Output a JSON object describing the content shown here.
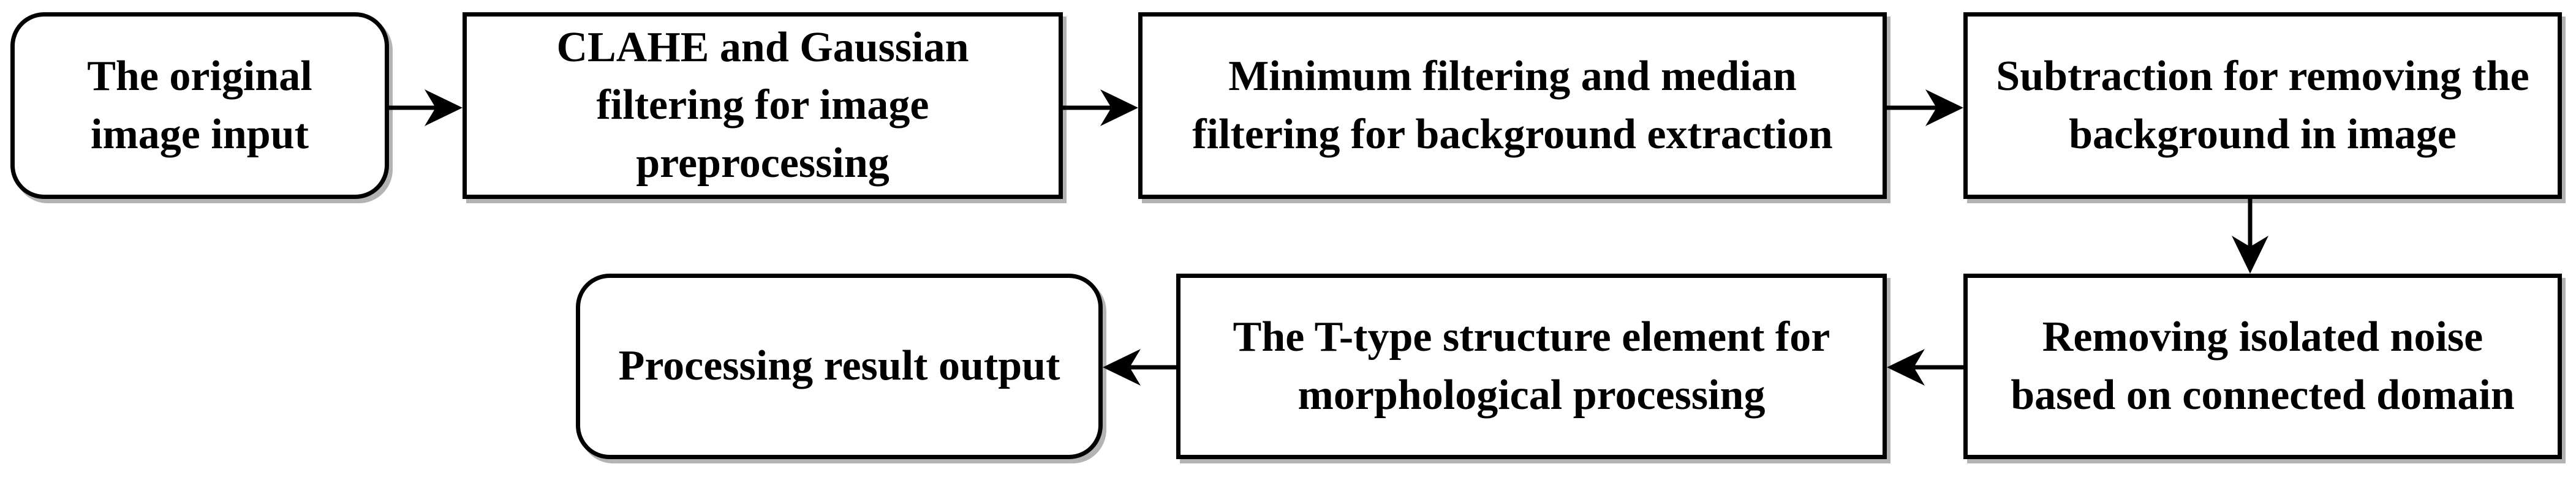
{
  "diagram": {
    "title": "Image processing pipeline flowchart",
    "type": "flowchart",
    "colors": {
      "background": "#ffffff",
      "node_fill": "#ffffff",
      "node_border": "#000000",
      "text": "#000000",
      "shadow": "#b3b3b3",
      "arrow": "#000000"
    },
    "nodes": [
      {
        "id": "input",
        "shape": "rounded-rectangle",
        "label": "The original\nimage input"
      },
      {
        "id": "preprocessing",
        "shape": "rectangle",
        "label": "CLAHE and Gaussian\nfiltering for image\npreprocessing"
      },
      {
        "id": "background-extraction",
        "shape": "rectangle",
        "label": "Minimum filtering and median\nfiltering for background extraction"
      },
      {
        "id": "subtraction",
        "shape": "rectangle",
        "label": "Subtraction for removing the\nbackground in image"
      },
      {
        "id": "noise-removal",
        "shape": "rectangle",
        "label": "Removing isolated noise\nbased on connected domain"
      },
      {
        "id": "morphology",
        "shape": "rectangle",
        "label": "The T-type structure element for\nmorphological processing"
      },
      {
        "id": "output",
        "shape": "rounded-rectangle",
        "label": "Processing result output"
      }
    ],
    "edges": [
      {
        "from": "input",
        "to": "preprocessing",
        "direction": "right"
      },
      {
        "from": "preprocessing",
        "to": "background-extraction",
        "direction": "right"
      },
      {
        "from": "background-extraction",
        "to": "subtraction",
        "direction": "right"
      },
      {
        "from": "subtraction",
        "to": "noise-removal",
        "direction": "down"
      },
      {
        "from": "noise-removal",
        "to": "morphology",
        "direction": "left"
      },
      {
        "from": "morphology",
        "to": "output",
        "direction": "left"
      }
    ]
  }
}
